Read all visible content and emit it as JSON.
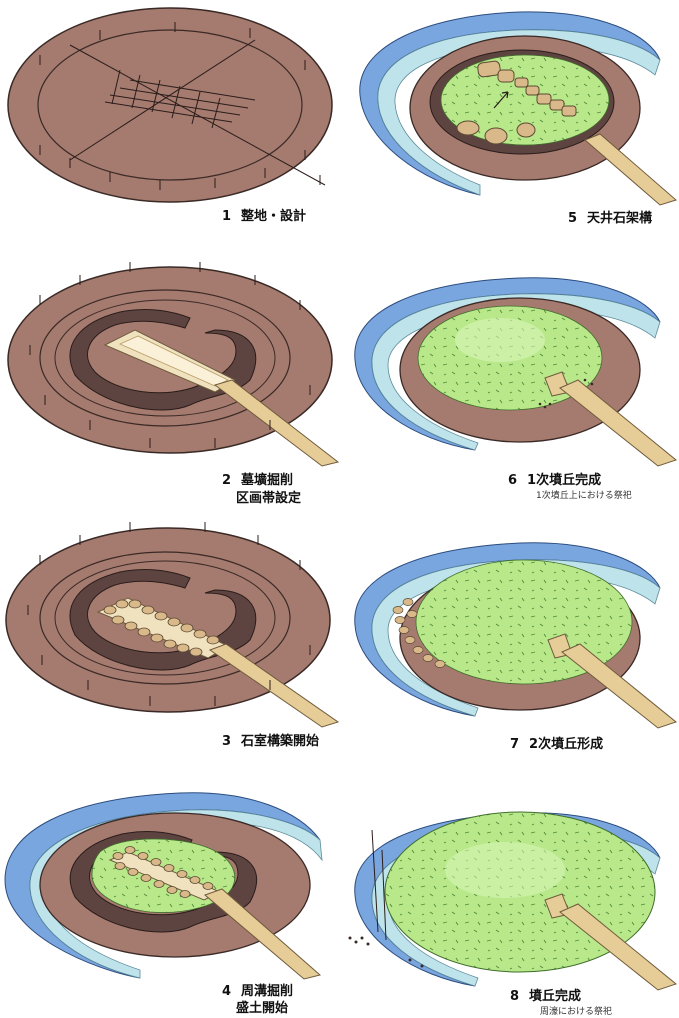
{
  "colors": {
    "earth": "#a57a6f",
    "earth_outline": "#3a2a26",
    "ditch_dark": "#5e4441",
    "grass": "#b9e88a",
    "grass_light": "#d8f5b8",
    "moat_blue": "#7aa6e0",
    "moat_light": "#bfe3ea",
    "path": "#e6cd97",
    "path_outline": "#6f5b3d",
    "stone": "#d9b88a",
    "stone_outline": "#5b4a33"
  },
  "steps": [
    {
      "number": "1",
      "title": "整地・設計",
      "subtitle": ""
    },
    {
      "number": "2",
      "title": "墓壙掘削",
      "title2": "区画帯設定",
      "subtitle": ""
    },
    {
      "number": "3",
      "title": "石室構築開始",
      "subtitle": ""
    },
    {
      "number": "4",
      "title": "周溝掘削",
      "title2": "盛土開始",
      "subtitle": ""
    },
    {
      "number": "5",
      "title": "天井石架構",
      "subtitle": ""
    },
    {
      "number": "6",
      "title": "1次墳丘完成",
      "subtitle": "1次墳丘上における祭祀"
    },
    {
      "number": "7",
      "title": "2次墳丘形成",
      "subtitle": ""
    },
    {
      "number": "8",
      "title": "墳丘完成",
      "subtitle": "周濠における祭祀"
    }
  ]
}
